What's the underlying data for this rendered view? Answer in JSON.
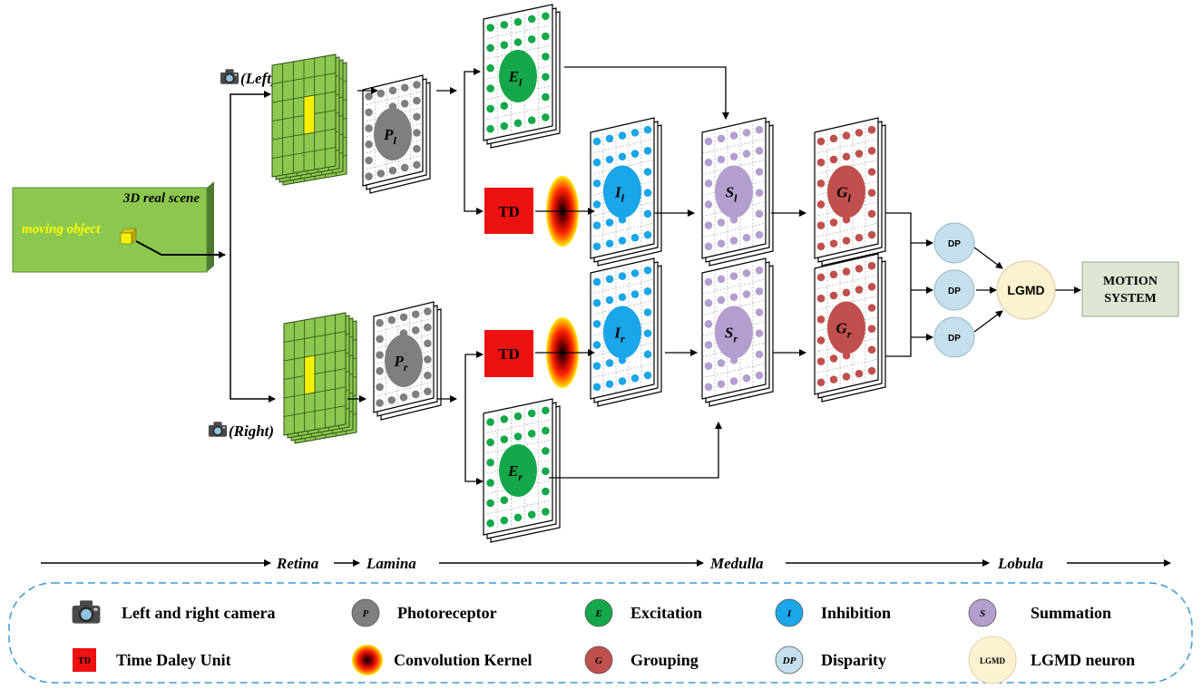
{
  "scene": {
    "title": "3D real scene",
    "object_label": "moving object",
    "colors": {
      "fill": "#8cc850",
      "shadow": "#4c7a2e",
      "object": "#f6f000"
    }
  },
  "cameras": {
    "left_label": "(Left)",
    "right_label": "(Right)",
    "icon": "camera-icon"
  },
  "layers": {
    "retina": {
      "color": "#8cc850",
      "highlight": "#f6f000"
    },
    "photoreceptor": {
      "left": {
        "letter": "P",
        "sub": "l"
      },
      "right": {
        "letter": "P",
        "sub": "r"
      },
      "color": "#7f7f7f"
    },
    "excitation": {
      "left": {
        "letter": "E",
        "sub": "l"
      },
      "right": {
        "letter": "E",
        "sub": "r"
      },
      "color": "#14a84a"
    },
    "inhibition": {
      "left": {
        "letter": "I",
        "sub": "l"
      },
      "right": {
        "letter": "I",
        "sub": "r"
      },
      "color": "#1aa6e8"
    },
    "summation": {
      "left": {
        "letter": "S",
        "sub": "l"
      },
      "right": {
        "letter": "S",
        "sub": "r"
      },
      "color": "#b39fcf"
    },
    "grouping": {
      "left": {
        "letter": "G",
        "sub": "l"
      },
      "right": {
        "letter": "G",
        "sub": "r"
      },
      "color": "#c0504d"
    }
  },
  "td_label": "TD",
  "dp_label": "DP",
  "lgmd_label": "LGMD",
  "motion_system": {
    "line1": "MOTION",
    "line2": "SYSTEM"
  },
  "stages": [
    "Retina",
    "Lamina",
    "Medulla",
    "Lobula"
  ],
  "legend": [
    {
      "symbol": "camera",
      "text": "",
      "label": "Left and right camera",
      "color": "#555555"
    },
    {
      "symbol": "circle",
      "text": "P",
      "label": "Photoreceptor",
      "color": "#7f7f7f"
    },
    {
      "symbol": "circle",
      "text": "E",
      "label": "Excitation",
      "color": "#14a84a"
    },
    {
      "symbol": "circle",
      "text": "I",
      "label": "Inhibition",
      "color": "#1aa6e8"
    },
    {
      "symbol": "circle",
      "text": "S",
      "label": "Summation",
      "color": "#b39fcf"
    },
    {
      "symbol": "square",
      "text": "TD",
      "label": "Time Daley Unit",
      "color": "#ee1111"
    },
    {
      "symbol": "kernel",
      "text": "",
      "label": "Convolution Kernel",
      "color": "#cc0000"
    },
    {
      "symbol": "circle",
      "text": "G",
      "label": "Grouping",
      "color": "#c0504d"
    },
    {
      "symbol": "circle",
      "text": "DP",
      "label": "Disparity",
      "color": "#c5e0ec"
    },
    {
      "symbol": "circle",
      "text": "LGMD",
      "label": "LGMD neuron",
      "color": "#fdf2d0"
    }
  ],
  "colors": {
    "td": "#ee1111",
    "dp": "#c5e0ec",
    "lgmd": "#fdf2d0",
    "motion": "#dde6d4",
    "legend_border": "#3b9ad6"
  }
}
